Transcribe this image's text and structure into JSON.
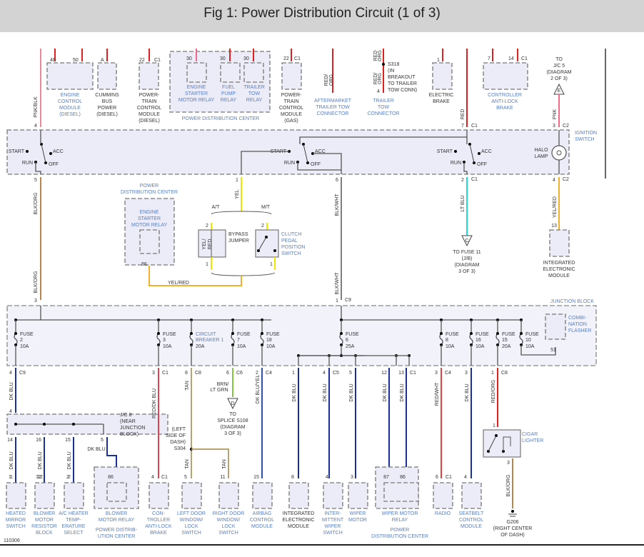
{
  "header": {
    "title": "Fig 1: Power Distribution Circuit (1 of 3)"
  },
  "figure_id": "110306",
  "colors": {
    "pnk_blk": "#e88a9a",
    "red": "#e02020",
    "pnk": "#f06a8a",
    "yel": "#f2e600",
    "yel_red": "#f2b030",
    "blk_org": "#b8864a",
    "blk_wht": "#555555",
    "lt_blu": "#20d8e0",
    "dk_blu": "#1a2f9a",
    "red_dk_blu": "#e04050",
    "tan": "#b8a070",
    "brn_lt_grn": "#80c840",
    "dk_blu_yel": "#3050b0",
    "red_wht": "#e84040",
    "red_org": "#e02020"
  },
  "top_components": [
    {
      "label": "ENGINE CONTROL MODULE (DIESEL)",
      "pins": [
        "48",
        "50"
      ]
    },
    {
      "label": "CUMMINS BUS POWER (DIESEL)",
      "pins": [
        "A"
      ]
    },
    {
      "label": "POWER-TRAIN CONTROL MODULE (DIESEL)",
      "pins": [
        "22"
      ],
      "connector": "C1"
    },
    {
      "label": "ENGINE STARTER MOTOR RELAY",
      "pins": [
        "30"
      ]
    },
    {
      "label": "FUEL PUMP RELAY",
      "pins": [
        "30"
      ]
    },
    {
      "label": "TRAILER TOW RELAY",
      "pins": [
        "30"
      ]
    },
    {
      "label": "POWER DISTRIBUTION CENTER"
    },
    {
      "label": "POWER-TRAIN CONTROL MODULE (GAS)",
      "pins": [
        "22"
      ],
      "connector": "C1"
    },
    {
      "label": "AFTERMARKET TRAILER TOW CONNECTOR"
    },
    {
      "label": "TRAILER TOW CONNECTOR",
      "pins": [
        "4"
      ]
    },
    {
      "label": "ELECTRIC BRAKE",
      "pins": [
        "1"
      ]
    },
    {
      "label": "CONTROLLER ANTI-LOCK BRAKE",
      "pins": [
        "7",
        "14"
      ],
      "connector": "C1"
    }
  ],
  "splice_s318": "S318 (IN BREAKOUT TO TRAILER TOW CONN)",
  "to_jc5": "TO J/C 5 (DIAGRAM 2 OF 3)",
  "ignition": {
    "label": "IGNITION SWITCH",
    "start": "START",
    "run": "RUN",
    "acc": "ACC",
    "off": "OFF",
    "halo": "HALO LAMP"
  },
  "wire_labels": {
    "pnk_blk": "PNK/BLK",
    "red_org": "RED/ ORG",
    "red": "RED",
    "pnk": "PNK",
    "blk_org": "BLK/ORG",
    "yel": "YEL",
    "blk_wht": "BLK/WHT",
    "lt_blu": "LT BLU",
    "yel_red": "YEL/RED",
    "yel_red_v": "YEL/ RED",
    "dk_blu": "DK BLU",
    "red_dk_blu": "RED/DK BLU",
    "tan": "TAN",
    "brn_lt_grn": "BRN/ LT GRN",
    "dk_blu_yel": "DK BLU/YEL",
    "red_wht": "RED/WHT",
    "red_org2": "RED/ORG"
  },
  "mid": {
    "pdc": "POWER DISTRIBUTION CENTER",
    "esmr": "ENGINE STARTER MOTOR RELAY",
    "pin86": "86",
    "at": "A/T",
    "mt": "M/T",
    "bypass": "BYPASS JUMPER",
    "clutch": "CLUTCH PEDAL POSITION SWITCH",
    "to_fuse11": "TO FUSE 11 (J/B) (DIAGRAM 3 OF 3)",
    "iem": "INTEGRATED ELECTRONIC MODULE",
    "pin13": "13"
  },
  "junction_block": {
    "label": "JUNCTION BLOCK",
    "fuses": [
      {
        "name": "FUSE",
        "num": "2",
        "rating": "10A"
      },
      {
        "name": "FUSE",
        "num": "3",
        "rating": "10A"
      },
      {
        "name": "CIRCUIT BREAKER 1",
        "num": "",
        "rating": "20A"
      },
      {
        "name": "FUSE",
        "num": "7",
        "rating": "10A"
      },
      {
        "name": "FUSE",
        "num": "18",
        "rating": "10A"
      },
      {
        "name": "FUSE",
        "num": "6",
        "rating": "25A"
      },
      {
        "name": "FUSE",
        "num": "8",
        "rating": "10A"
      },
      {
        "name": "FUSE",
        "num": "16",
        "rating": "10A"
      },
      {
        "name": "FUSE",
        "num": "15",
        "rating": "20A"
      },
      {
        "name": "FUSE",
        "num": "10",
        "rating": "10A"
      }
    ],
    "flasher": "COMBI- NATION FLASHER",
    "flasher_pin": "51"
  },
  "jc8": "J/C 8 (NEAR JUNCTION BLOCK)",
  "s304": "(LEFT SIDE OF DASH) S304",
  "to_s108": "TO SPLICE S108 (DIAGRAM 3 OF 3)",
  "cigar": "CIGAR LIGHTER",
  "ground": "G206 (RIGHT CENTER OF DASH)",
  "bottom_components": [
    {
      "label": "HEATED MIRROR SWITCH",
      "pin": "1"
    },
    {
      "label": "BLOWER MOTOR RESISTOR BLOCK",
      "pin": "12"
    },
    {
      "label": "A/C HEATER TEMP- ERATURE SELECT",
      "pin": "2"
    },
    {
      "label": "BLOWER MOTOR RELAY",
      "pin": "86",
      "sub": "POWER DISTRIB- UTION CENTER"
    },
    {
      "label": "CON- TROLLER ANTI-LOCK BRAKE",
      "pin": "4",
      "connector": "C1"
    },
    {
      "label": "LEFT DOOR WINDOW/ LOCK SWITCH",
      "pin": "5"
    },
    {
      "label": "RIGHT DOOR WINDOW/ LOCK SWITCH",
      "pin": "11"
    },
    {
      "label": "AIRBAG CONTROL MODULE",
      "pin": "15"
    },
    {
      "label": "INTEGRATED ELECTRONIC MODULE",
      "pin": "8"
    },
    {
      "label": "INTER- MITTENT WIPER SWITCH",
      "pin": "4"
    },
    {
      "label": "WIPER MOTOR",
      "pin": "3"
    },
    {
      "label": "WIPER MOTOR RELAY",
      "pins": [
        "87",
        "86"
      ],
      "sub": "POWER DISTRIBUTION CENTER"
    },
    {
      "label": "RADIO",
      "pin": "6",
      "connector": "C1"
    },
    {
      "label": "SEATBELT CONTROL MODULE",
      "pin": "4"
    }
  ]
}
